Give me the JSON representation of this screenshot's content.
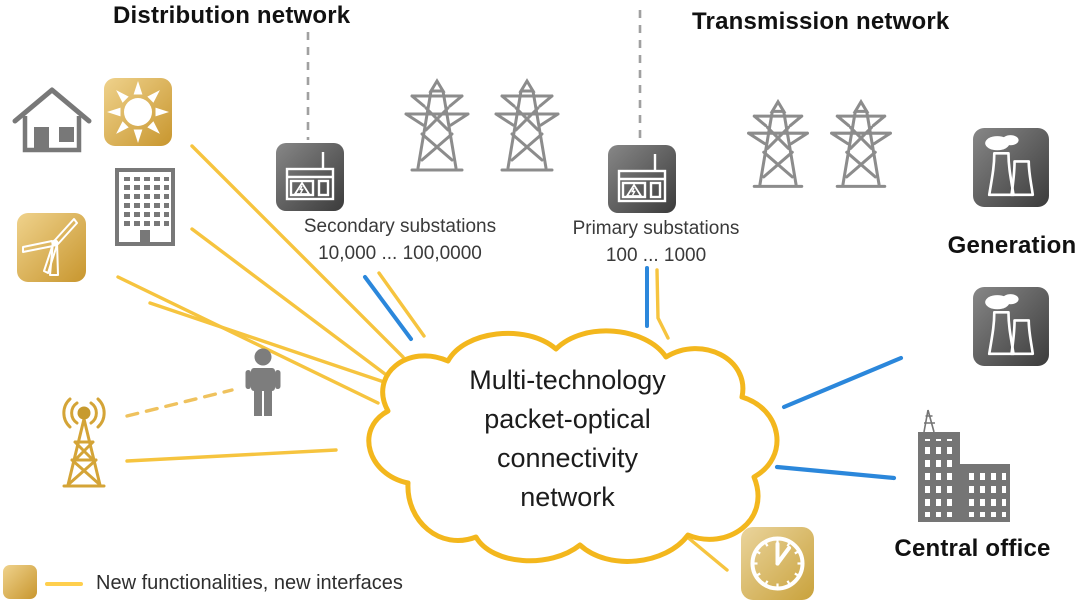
{
  "figure": {
    "type": "network-architecture-diagram",
    "description": "Power grid multi-technology packet-optical connectivity network"
  },
  "titles": {
    "distribution": "Distribution network",
    "transmission": "Transmission network",
    "generation": "Generation",
    "central_office": "Central office"
  },
  "cloud": {
    "lines": [
      "Multi-technology",
      "packet-optical",
      "connectivity",
      "network"
    ]
  },
  "substations": {
    "secondary": {
      "label": "Secondary substations",
      "range": "10,000 ... 100,0000"
    },
    "primary": {
      "label": "Primary substations",
      "range": "100 ... 1000"
    }
  },
  "legend": {
    "label": "New functionalities, new interfaces"
  },
  "icons": [
    "house-icon",
    "solar-sun-icon",
    "office-building-icon",
    "wind-turbine-icon",
    "secondary-substation-icon",
    "primary-substation-icon",
    "transmission-tower-icon",
    "power-plant-icon",
    "person-icon",
    "radio-tower-icon",
    "clock-icon",
    "central-office-building-icon",
    "cloud-shape"
  ],
  "colors": {
    "accent_yellow_line": "#F6C43F",
    "accent_blue_line": "#2B87DB",
    "cloud_outline": "#F3B71D",
    "icon_gold_light": "#ECCB81",
    "icon_gold_dark": "#C8962E",
    "icon_dark_light": "#828282",
    "icon_dark_deep": "#3B3B3B",
    "icon_gray": "#7d7d7d",
    "dashed_gray": "#A0A0A0",
    "text_dark": "#111111"
  }
}
